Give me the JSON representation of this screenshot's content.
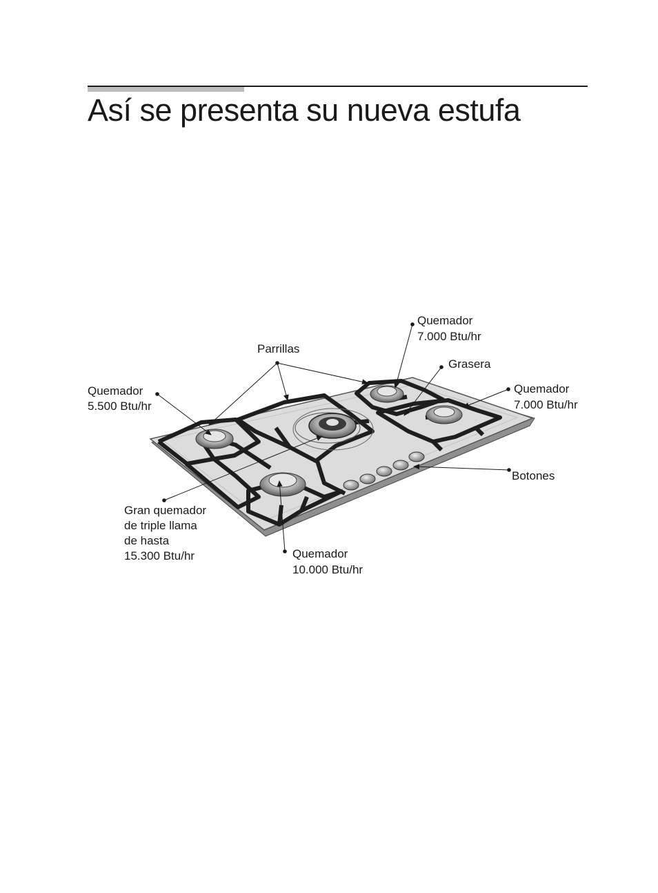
{
  "page": {
    "title": "Así se presenta su nueva estufa"
  },
  "labels": {
    "burner_top_line1": "Quemador",
    "burner_top_line2": "7.000 Btu/hr",
    "grates": "Parrillas",
    "drip_tray": "Grasera",
    "burner_right_line1": "Quemador",
    "burner_right_line2": "7.000 Btu/hr",
    "burner_left_line1": "Quemador",
    "burner_left_line2": "5.500 Btu/hr",
    "knobs": "Botones",
    "triple_line1": "Gran quemador",
    "triple_line2": "de triple llama",
    "triple_line3": "de hasta",
    "triple_line4": "15.300 Btu/hr",
    "burner_front_line1": "Quemador",
    "burner_front_line2": "10.000 Btu/hr"
  },
  "colors": {
    "ink": "#1a1a1a",
    "accent_bar": "#bdbdbd",
    "steel": "#d9d9d9",
    "steel_edge": "#8c8c8c"
  }
}
